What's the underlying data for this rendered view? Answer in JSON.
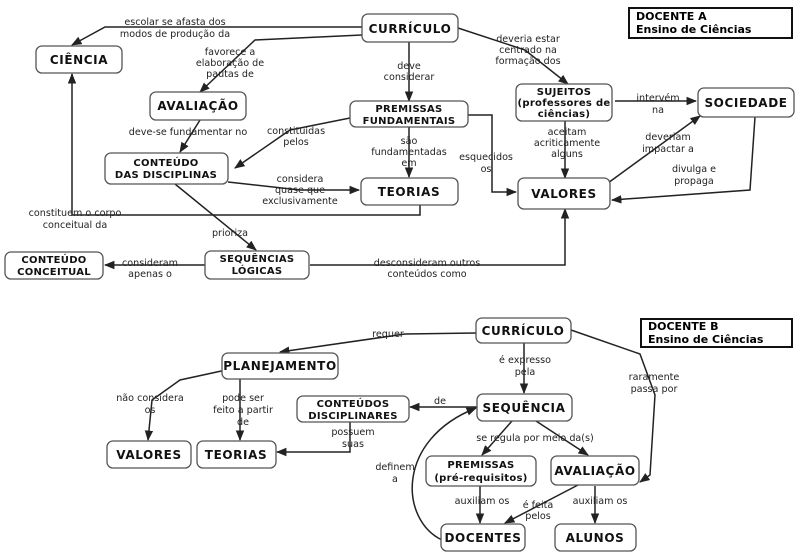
{
  "map_a": {
    "title": [
      "DOCENTE A",
      "Ensino de Ciências"
    ],
    "nodes": {
      "curriculo": [
        "CURRÍCULO"
      ],
      "ciencia": [
        "CIÊNCIA"
      ],
      "avaliacao": [
        "AVALIAÇÃO"
      ],
      "premissas": [
        "PREMISSAS",
        "FUNDAMENTAIS"
      ],
      "sujeitos": [
        "SUJEITOS",
        "(professores de",
        "ciências)"
      ],
      "sociedade": [
        "SOCIEDADE"
      ],
      "conteudo_disciplinas": [
        "CONTEÚDO",
        "DAS DISCIPLINAS"
      ],
      "teorias": [
        "TEORIAS"
      ],
      "valores": [
        "VALORES"
      ],
      "conteudo_conceitual": [
        "CONTEÚDO",
        "CONCEITUAL"
      ],
      "sequencias": [
        "SEQUÊNCIAS",
        "LÓGICAS"
      ]
    },
    "links": {
      "escolar_se_afasta": [
        "escolar se afasta dos",
        "modos de produção da"
      ],
      "favorece": [
        "favorece a",
        "elaboração de",
        "pautas de"
      ],
      "deve_considerar": [
        "deve",
        "considerar"
      ],
      "deveria_estar": [
        "deveria estar",
        "centrado na",
        "formação dos"
      ],
      "deve_se_fundamentar": [
        "deve-se fundamentar no"
      ],
      "constituidas": [
        "constituídas",
        "pelos"
      ],
      "sao_fundamentadas": [
        "são",
        "fundamentadas",
        "em"
      ],
      "esquecidos": [
        "esquecidos",
        "os"
      ],
      "aceitam": [
        "aceitam",
        "acriticamente",
        "alguns"
      ],
      "intervem": [
        "intervém",
        "na"
      ],
      "deveriam_impactar": [
        "deveriam",
        "impactar a"
      ],
      "divulga": [
        "divulga e",
        "propaga"
      ],
      "considera_quase": [
        "considera",
        "quase que",
        "exclusivamente"
      ],
      "constituem": [
        "constituem o corpo",
        "conceitual da"
      ],
      "prioriza": [
        "prioriza"
      ],
      "consideram_apenas": [
        "consideram",
        "apenas o"
      ],
      "desconsideram": [
        "desconsideram outros",
        "conteúdos como"
      ]
    }
  },
  "map_b": {
    "title": [
      "DOCENTE B",
      "Ensino de Ciências"
    ],
    "nodes": {
      "curriculo": [
        "CURRÍCULO"
      ],
      "planejamento": [
        "PLANEJAMENTO"
      ],
      "conteudos_disc": [
        "CONTEÚDOS",
        "DISCIPLINARES"
      ],
      "sequencia": [
        "SEQUÊNCIA"
      ],
      "valores": [
        "VALORES"
      ],
      "teorias": [
        "TEORIAS"
      ],
      "premissas": [
        "PREMISSAS",
        "(pré-requisitos)"
      ],
      "avaliacao": [
        "AVALIAÇÃO"
      ],
      "docentes": [
        "DOCENTES"
      ],
      "alunos": [
        "ALUNOS"
      ]
    },
    "links": {
      "requer": [
        "requer"
      ],
      "e_expresso": [
        "é expresso",
        "pela"
      ],
      "raramente": [
        "raramente",
        "passa por"
      ],
      "nao_considera": [
        "não considera",
        "os"
      ],
      "pode_ser_feito": [
        "pode ser",
        "feito a partir",
        "de"
      ],
      "de": [
        "de"
      ],
      "possuem": [
        "possuem",
        "suas"
      ],
      "se_regula": [
        "se regula por meio da(s)"
      ],
      "definem_a": [
        "definem",
        "a"
      ],
      "auxiliam_os_1": [
        "auxiliam os"
      ],
      "e_feita_pelos": [
        "é feita",
        "pelos"
      ],
      "auxiliam_os_2": [
        "auxiliam os"
      ]
    }
  }
}
